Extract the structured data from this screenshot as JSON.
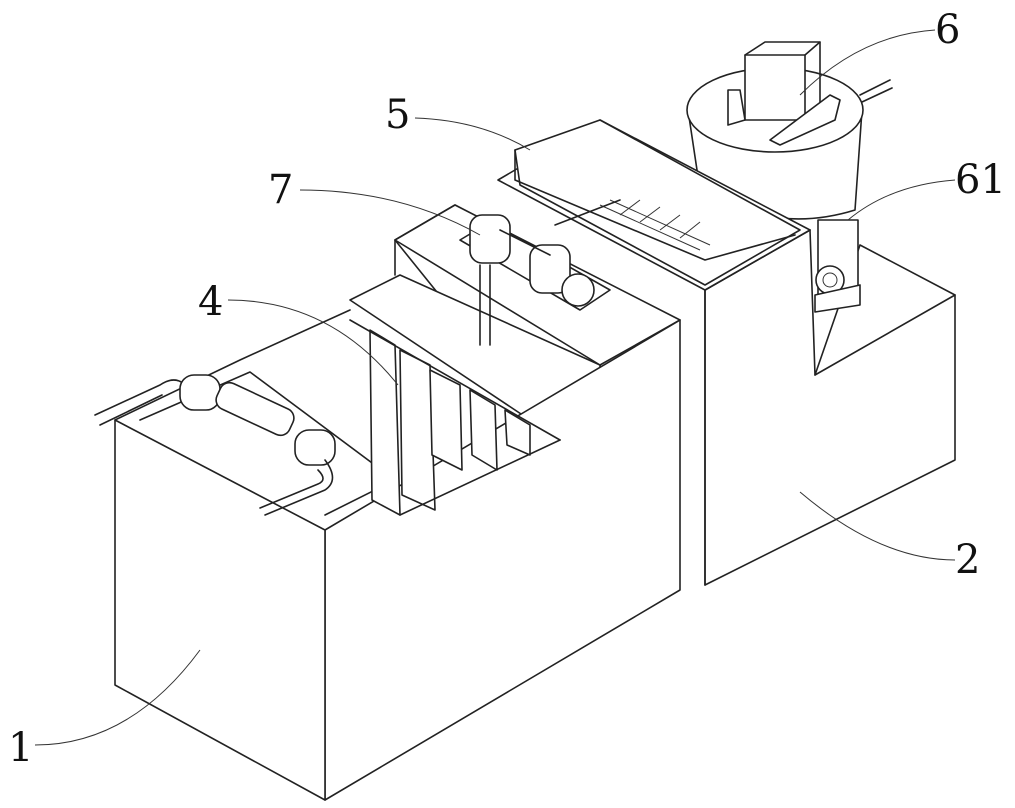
{
  "figure": {
    "labels": [
      {
        "id": "1",
        "text": "1"
      },
      {
        "id": "2",
        "text": "2"
      },
      {
        "id": "4",
        "text": "4"
      },
      {
        "id": "5",
        "text": "5"
      },
      {
        "id": "6",
        "text": "6"
      },
      {
        "id": "61",
        "text": "61"
      },
      {
        "id": "7",
        "text": "7"
      }
    ]
  }
}
